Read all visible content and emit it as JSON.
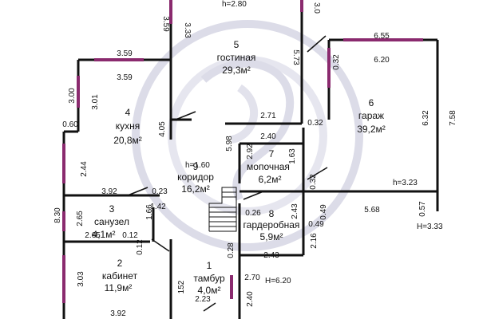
{
  "colors": {
    "wall": "#111111",
    "window": "#8a2a6e",
    "watermark": "#c9c9dc",
    "background": "#ffffff"
  },
  "rooms": [
    {
      "id": "r1",
      "number": "1",
      "name": "тамбур",
      "area": "4,0м²"
    },
    {
      "id": "r2",
      "number": "2",
      "name": "кабинет",
      "area": "11,9м²"
    },
    {
      "id": "r3",
      "number": "3",
      "name": "санузел",
      "area": "4,1м²"
    },
    {
      "id": "r4",
      "number": "4",
      "name": "кухня",
      "area": "20,8м²"
    },
    {
      "id": "r5",
      "number": "5",
      "name": "гостиная",
      "area": "29,3м²"
    },
    {
      "id": "r6",
      "number": "6",
      "name": "гараж",
      "area": "39,2м²"
    },
    {
      "id": "r7",
      "number": "7",
      "name": "мопочная",
      "area": "6,2м²"
    },
    {
      "id": "r8",
      "number": "8",
      "name": "гардеробная",
      "area": "5,9м²"
    },
    {
      "id": "r9",
      "number": "9",
      "name": "коридор",
      "area": "16,2м²"
    }
  ],
  "heights": {
    "living": "h=2.80",
    "corridor": "h=1.60",
    "garage": "h=3.23",
    "garage_outer": "H=3.33",
    "vestibule": "H=6.20"
  },
  "dims": {
    "d359_top": "3.59",
    "d359_mid": "3.59",
    "d333": "3.33",
    "d359_vert": "3.59",
    "d300": "3.00",
    "d301": "3.01",
    "d060": "0.60",
    "d405": "4.05",
    "d573": "5.73",
    "d271": "2.71",
    "d240_mid": "2.40",
    "d032_a": "0.32",
    "d655": "6.55",
    "d620": "6.20",
    "d032_b": "0.32",
    "d632": "6.32",
    "d758": "7.58",
    "d598": "5.98",
    "d292": "2.92",
    "d163": "1.63",
    "d244": "2.44",
    "d392_a": "3.92",
    "d023": "0.23",
    "d142": "1.42",
    "d830": "8.30",
    "d265_v": "2.65",
    "d265_h": "2.65",
    "d012_a": "0.12",
    "d166": "1.66",
    "d032_c": "0.32",
    "d026": "0.26",
    "d243_v": "2.43",
    "d049_a": "0.49",
    "d049_b": "0.49",
    "d568": "5.68",
    "d057": "0.57",
    "d216": "2.16",
    "d243_h": "2.43",
    "d012_b": "0.12",
    "d028": "0.28",
    "d303": "3.03",
    "d152": "152",
    "d223": "2.23",
    "d270": "2.70",
    "d240_bottom": "2.40",
    "d392_b": "3.92",
    "d300_top": "3.0"
  }
}
